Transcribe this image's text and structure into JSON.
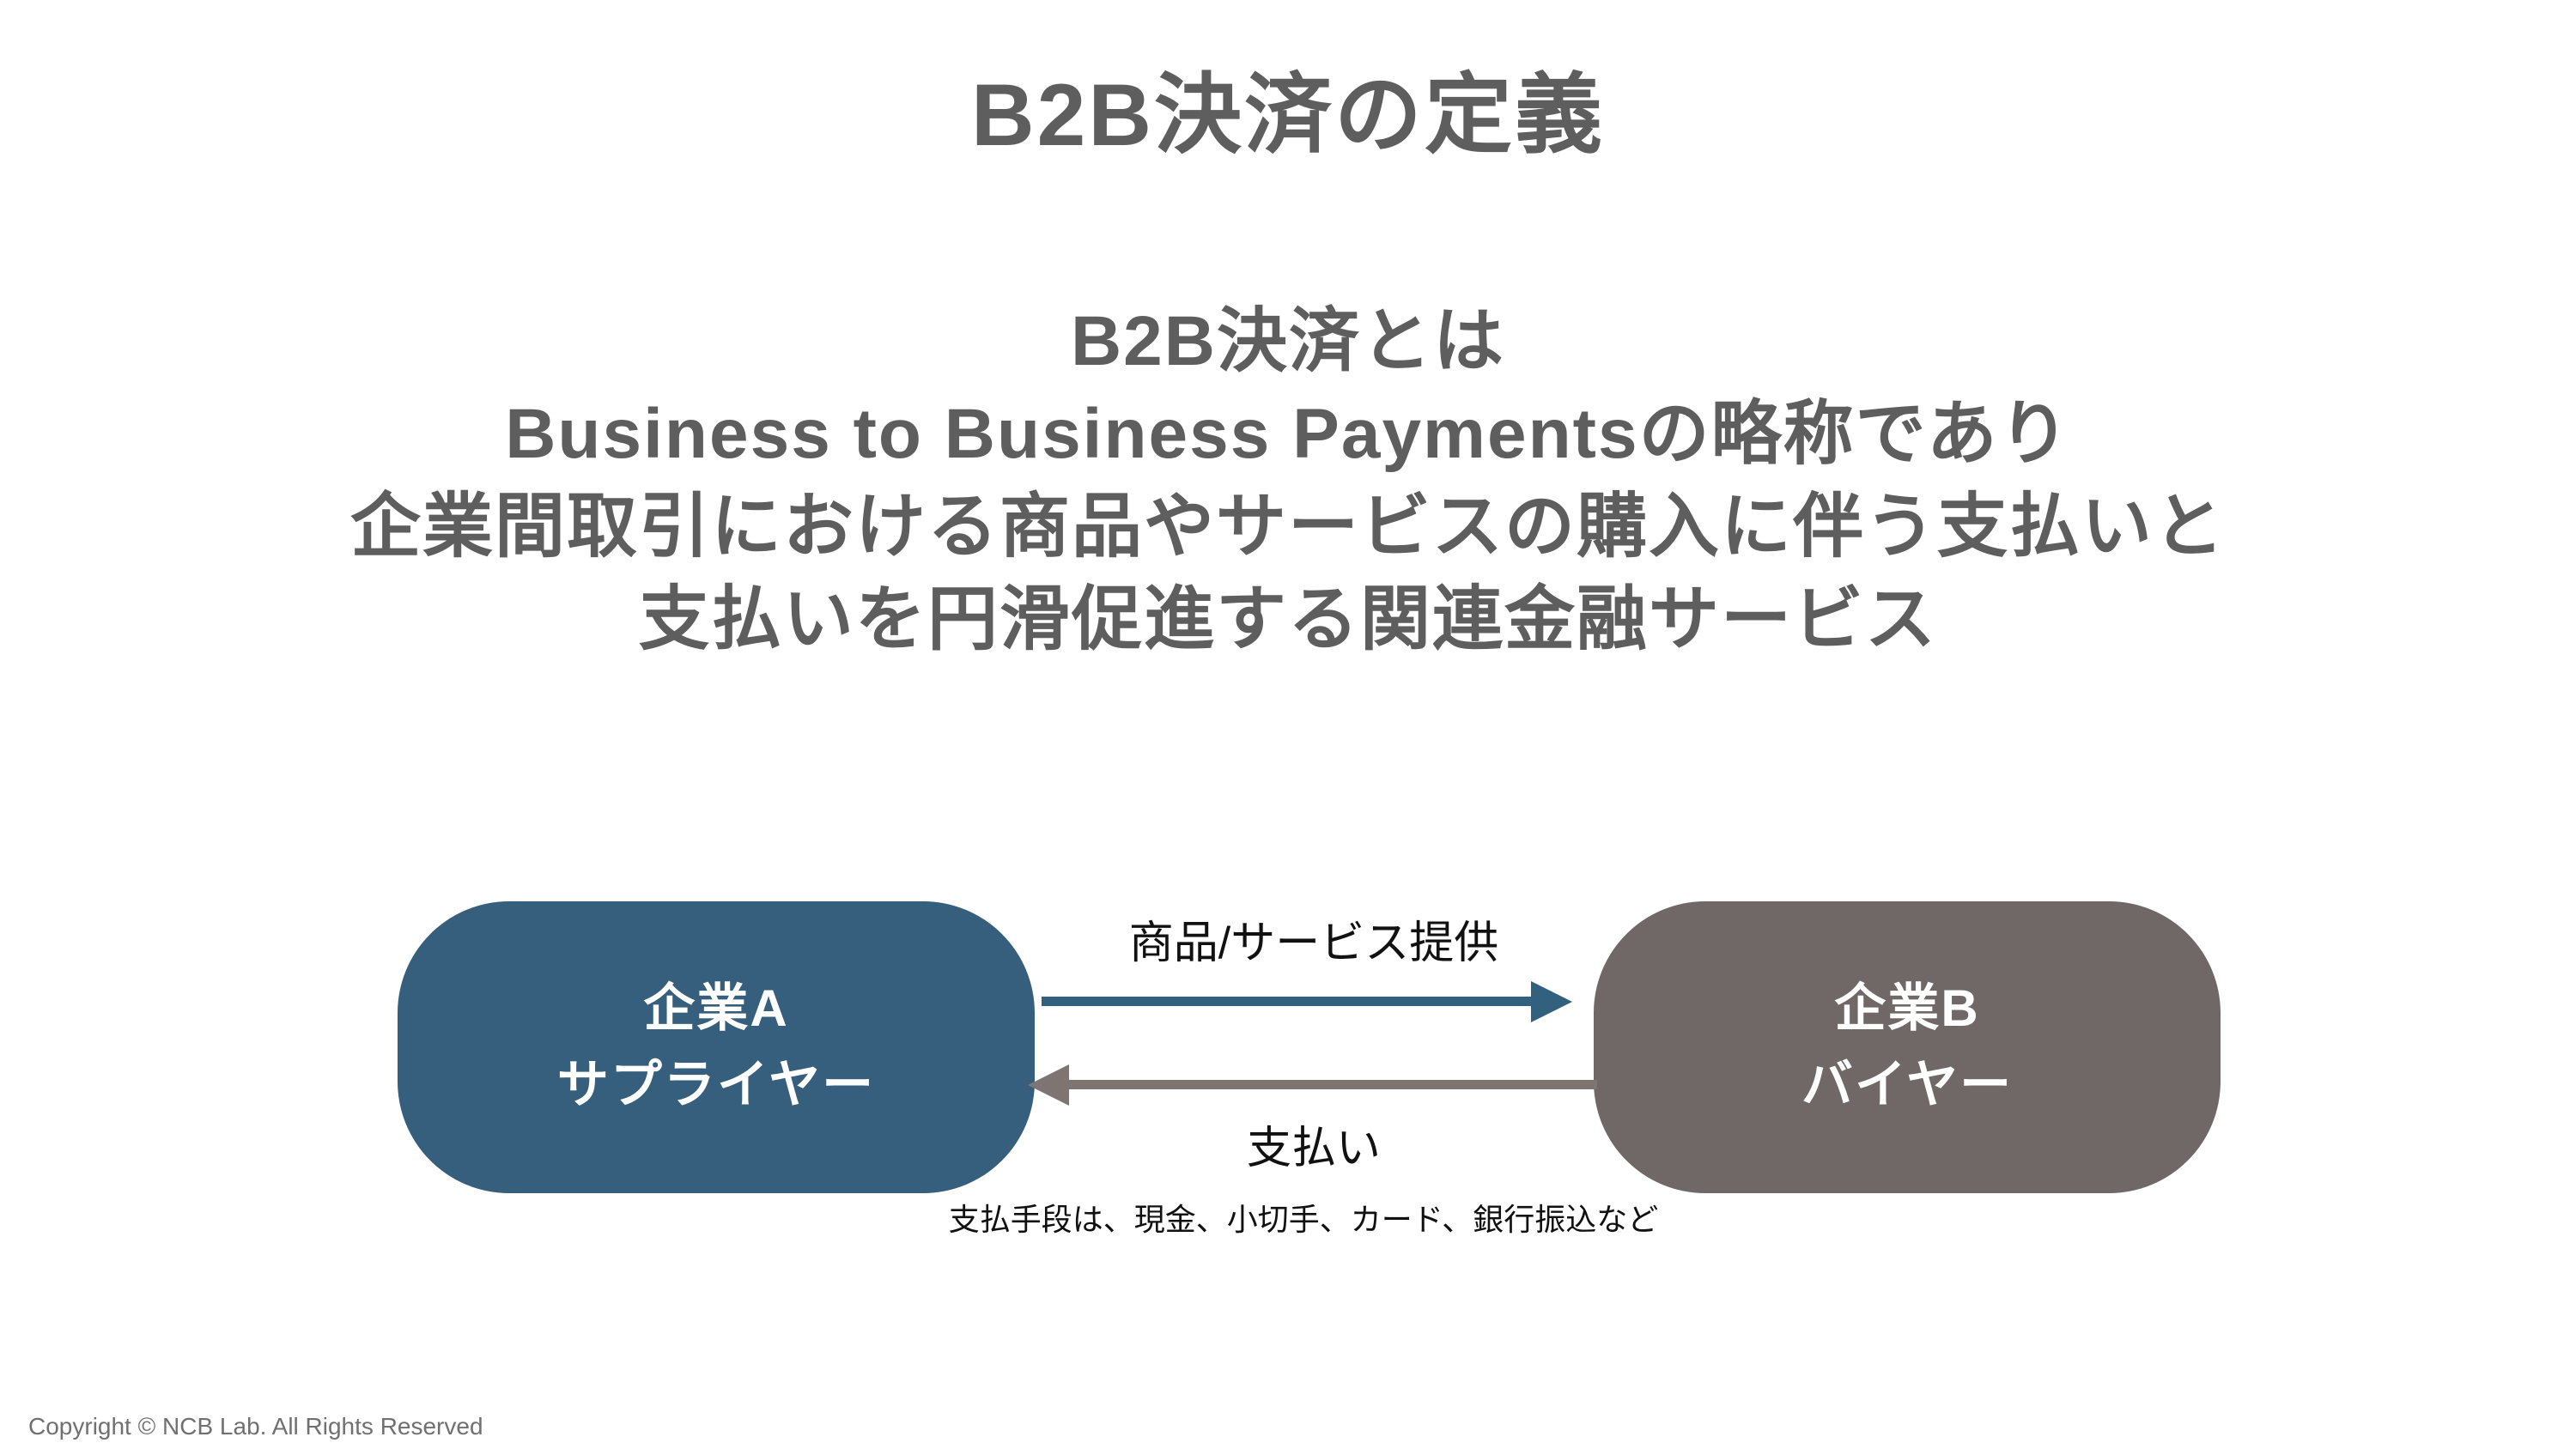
{
  "slide": {
    "title": "B2B決済の定義",
    "definition": {
      "lines": [
        "B2B決済とは",
        "Business to Business Paymentsの略称であり",
        "企業間取引における商品やサービスの購入に伴う支払いと",
        "支払いを円滑促進する関連金融サービス"
      ]
    },
    "diagram": {
      "supplier": {
        "line1": "企業A",
        "line2": "サプライヤー"
      },
      "buyer": {
        "line1": "企業B",
        "line2": "バイヤー"
      },
      "goods_arrow_label": "商品/サービス提供",
      "payment_arrow_label": "支払い",
      "payment_caption": "支払手段は、現金、小切手、カード、銀行振込など"
    },
    "footer": "Copyright © NCB Lab. All Rights Reserved",
    "colors": {
      "supplier_fill": "#355f7d",
      "buyer_fill": "#6f6866",
      "goods_arrow": "#31617f",
      "payment_arrow": "#7e7573",
      "heading_text": "#5e5e5e",
      "label_text": "#111111",
      "footer_text": "#707070"
    }
  }
}
